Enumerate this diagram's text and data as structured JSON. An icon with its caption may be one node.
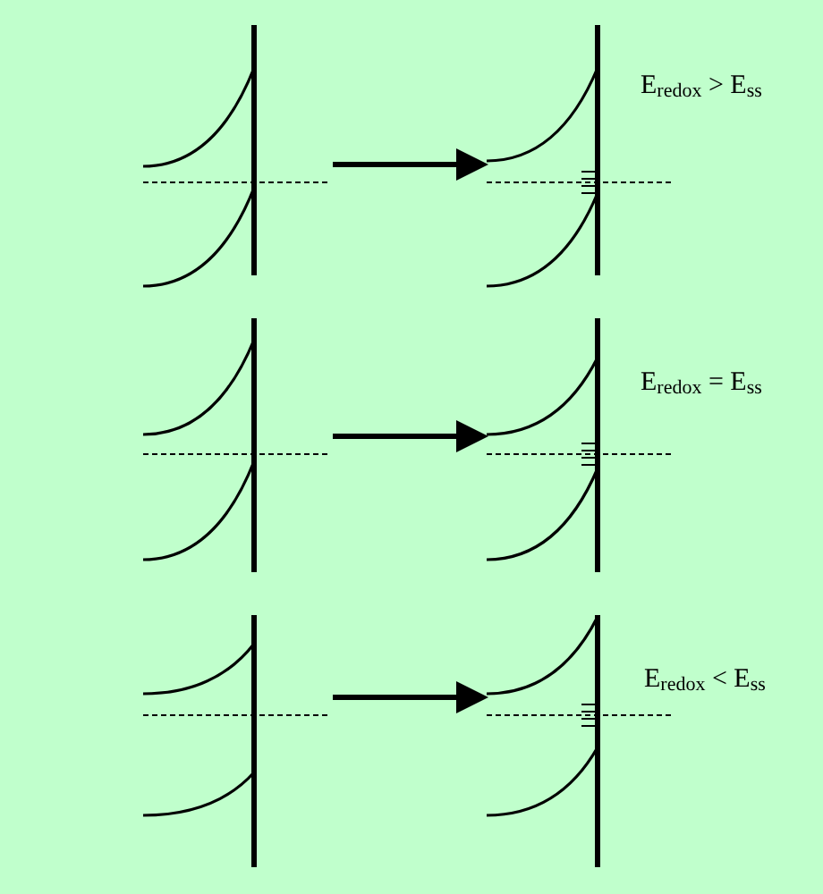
{
  "diagram": {
    "nodes": [
      {
        "text": [],
        "shape": "picture"
      },
      {
        "text": [],
        "shape": "picture"
      },
      {
        "text": [],
        "shape": "picture"
      },
      {
        "text": [],
        "shape": "picture"
      },
      {
        "text": [],
        "shape": "picture"
      },
      {
        "text": [],
        "shape": "picture"
      }
    ],
    "edges": [
      {
        "from": 0,
        "to": 1,
        "arrow": "to"
      },
      {
        "from": 2,
        "to": 3,
        "arrow": "to"
      },
      {
        "from": 4,
        "to": 5,
        "arrow": "to"
      }
    ],
    "labels": [
      "E$_{redox}$ > E$_{ss}$",
      "E$_{redox}$ = E$_{ss}$",
      "E$_{redox}$ < E$_{ss}$"
    ]
  }
}
